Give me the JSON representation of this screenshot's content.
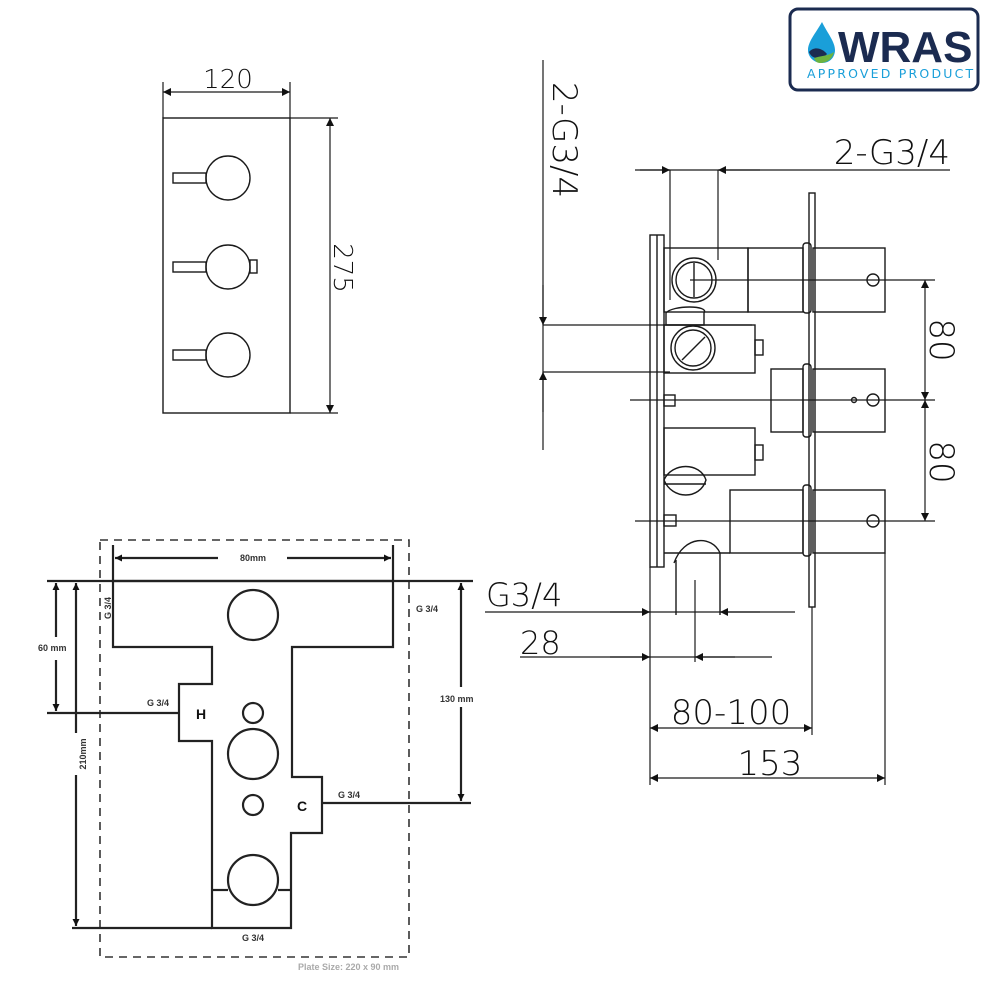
{
  "badge": {
    "brand": "WRAS",
    "subtitle": "APPROVED PRODUCT",
    "colors": {
      "navy": "#1b2b50",
      "cyan": "#1a9fd9",
      "green": "#6cb33f"
    }
  },
  "front_view": {
    "width_label": "120",
    "height_label": "275"
  },
  "side_view": {
    "top_outlets_label": "2-G3/4",
    "side_outlets_label": "2-G3/4",
    "spacing_upper": "80",
    "spacing_lower": "80",
    "bottom_outlet_label": "G3/4",
    "outlet_offset_label": "28",
    "depth_range_label": "80-100",
    "total_depth_label": "153"
  },
  "plan_view": {
    "width_label": "80mm",
    "hot_height_label": "60 mm",
    "total_height_label": "210mm",
    "cold_height_label": "130 mm",
    "top_left_port": "G 3/4",
    "top_right_port": "G 3/4",
    "hot_port": "G 3/4",
    "hot_letter": "H",
    "cold_port": "G 3/4",
    "cold_letter": "C",
    "bottom_port": "G 3/4",
    "plate_size": "Plate Size: 220 x 90 mm"
  }
}
